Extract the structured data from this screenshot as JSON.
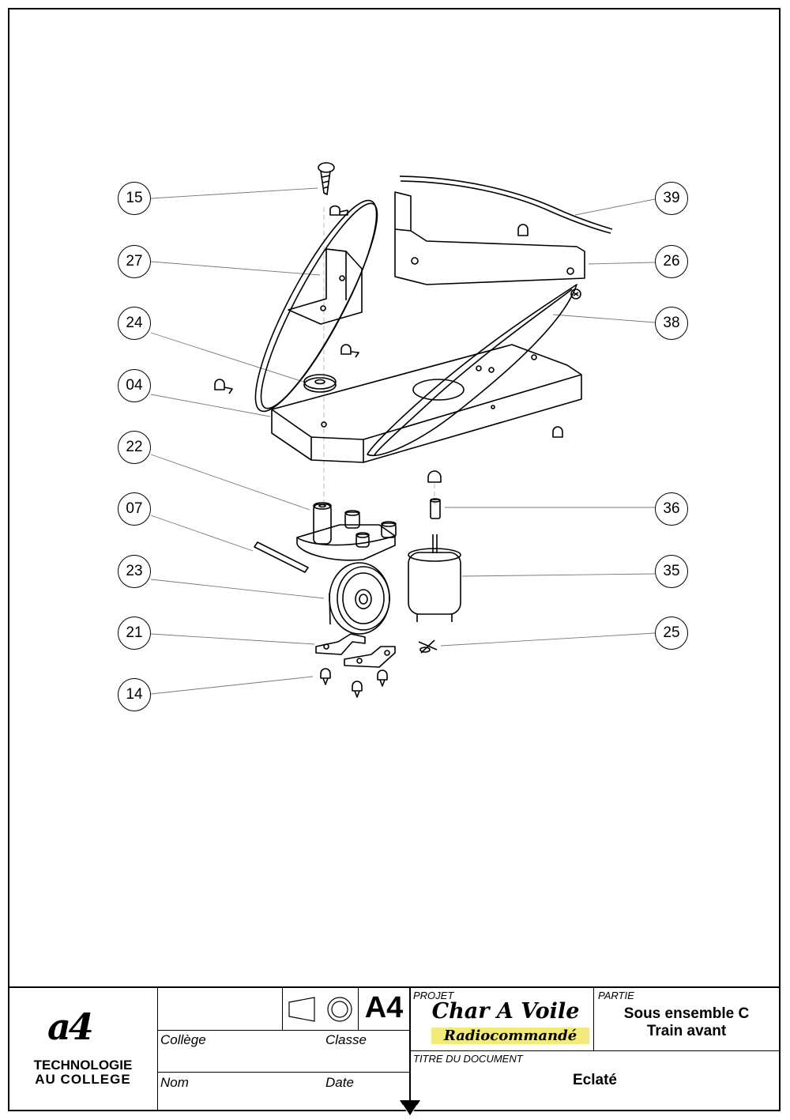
{
  "callouts": [
    {
      "id": "c15",
      "text": "15"
    },
    {
      "id": "c27",
      "text": "27"
    },
    {
      "id": "c24",
      "text": "24"
    },
    {
      "id": "c04",
      "text": "04"
    },
    {
      "id": "c22",
      "text": "22"
    },
    {
      "id": "c07",
      "text": "07"
    },
    {
      "id": "c23",
      "text": "23"
    },
    {
      "id": "c21",
      "text": "21"
    },
    {
      "id": "c14",
      "text": "14"
    },
    {
      "id": "c39",
      "text": "39"
    },
    {
      "id": "c26",
      "text": "26"
    },
    {
      "id": "c38",
      "text": "38"
    },
    {
      "id": "c36",
      "text": "36"
    },
    {
      "id": "c35",
      "text": "35"
    },
    {
      "id": "c25",
      "text": "25"
    }
  ],
  "title_block": {
    "logo_text": "a4",
    "org_line1": "TECHNOLOGIE",
    "org_line2": "AU COLLEGE",
    "format": "A4",
    "college_label": "Collège",
    "classe_label": "Classe",
    "nom_label": "Nom",
    "date_label": "Date",
    "projet_label": "PROJET",
    "projet_title": "Char A Voile",
    "projet_subtitle": "Radiocommandé",
    "partie_label": "PARTIE",
    "partie_line1": "Sous ensemble C",
    "partie_line2": "Train avant",
    "titre_label": "TITRE DU DOCUMENT",
    "titre_value": "Eclaté"
  }
}
